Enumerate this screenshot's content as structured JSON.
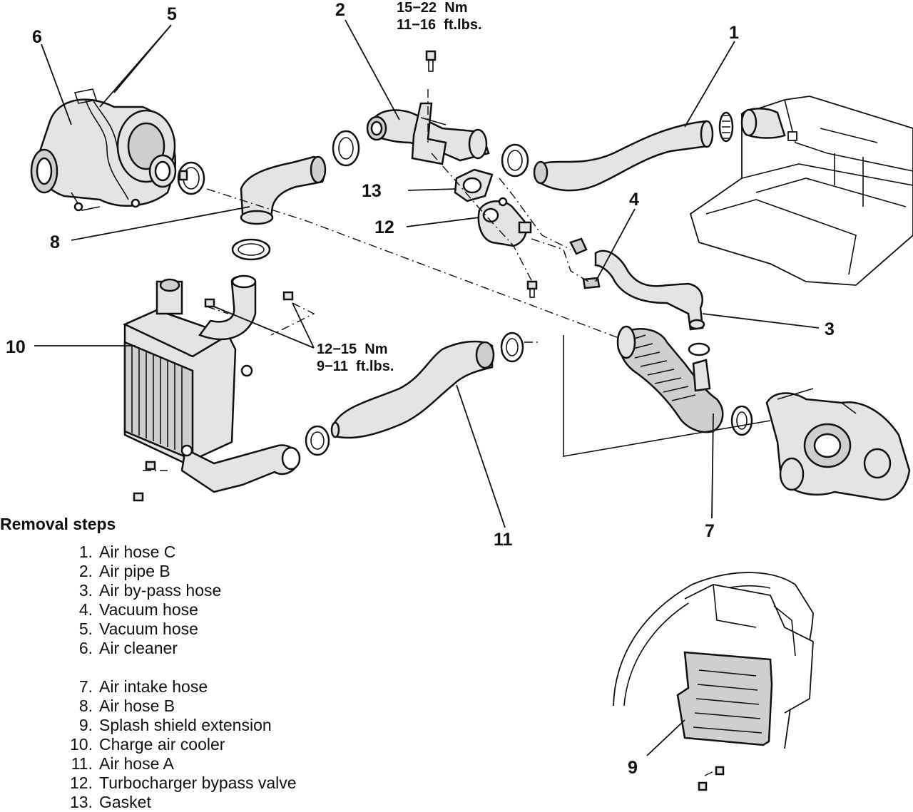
{
  "diagram": {
    "torque_top": {
      "nm": "15−22  Nm",
      "ftlbs": "11−16  ft.lbs."
    },
    "torque_mid": {
      "nm": "12−15  Nm",
      "ftlbs": "9−11  ft.lbs."
    },
    "callouts": {
      "c1": "1",
      "c2": "2",
      "c3": "3",
      "c4": "4",
      "c5": "5",
      "c6": "6",
      "c7": "7",
      "c8": "8",
      "c9": "9",
      "c10": "10",
      "c11": "11",
      "c12": "12",
      "c13": "13"
    }
  },
  "removal": {
    "title": "Removal steps",
    "steps": [
      {
        "num": "1.",
        "label": "Air hose C"
      },
      {
        "num": "2.",
        "label": "Air pipe B"
      },
      {
        "num": "3.",
        "label": "Air by-pass hose"
      },
      {
        "num": "4.",
        "label": "Vacuum hose"
      },
      {
        "num": "5.",
        "label": "Vacuum hose"
      },
      {
        "num": "6.",
        "label": "Air cleaner"
      },
      {
        "num": "7.",
        "label": "Air intake hose"
      },
      {
        "num": "8.",
        "label": "Air hose B"
      },
      {
        "num": "9.",
        "label": "Splash shield extension"
      },
      {
        "num": "10.",
        "label": "Charge air cooler"
      },
      {
        "num": "11.",
        "label": "Air hose A"
      },
      {
        "num": "12.",
        "label": "Turbocharger bypass valve"
      },
      {
        "num": "13.",
        "label": "Gasket"
      }
    ]
  }
}
